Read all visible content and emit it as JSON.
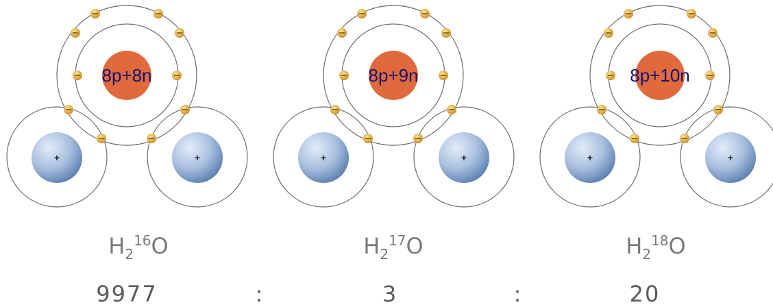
{
  "molecules": [
    {
      "nucleus_label": "8p+8n",
      "formula": {
        "element_h": "H",
        "h_sub": "2",
        "mass_number": "16",
        "element_o": "O"
      },
      "abundance": "9977"
    },
    {
      "nucleus_label": "8p+9n",
      "formula": {
        "element_h": "H",
        "h_sub": "2",
        "mass_number": "17",
        "element_o": "O"
      },
      "abundance": "3"
    },
    {
      "nucleus_label": "8p+10n",
      "formula": {
        "element_h": "H",
        "h_sub": "2",
        "mass_number": "18",
        "element_o": "O"
      },
      "abundance": "20"
    }
  ],
  "ratio_separator": ":",
  "proton_symbol": "+",
  "colors": {
    "oxygen_nucleus": "#e06a3c",
    "hydrogen_light": "#e3ecf8",
    "hydrogen_dark": "#5b7fb0",
    "electron_light": "#ffe49a",
    "electron_dark": "#c98a1a",
    "orbit": "#6d6d6d"
  }
}
